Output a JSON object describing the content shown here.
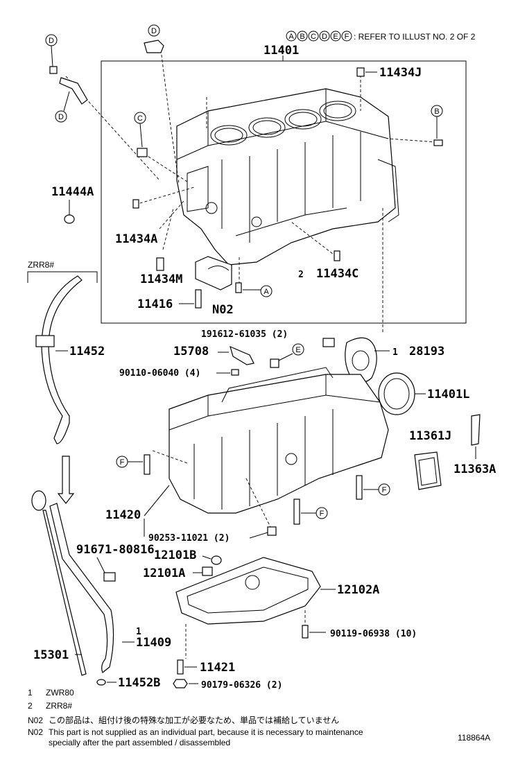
{
  "header": {
    "circles": [
      "A",
      "B",
      "C",
      "D",
      "E",
      "F"
    ],
    "refer_text": ": REFER TO ILLUST NO. 2 OF 2"
  },
  "labels": {
    "l11401": "11401",
    "l11434J": "11434J",
    "l11444A": "11444A",
    "l11434A": "11434A",
    "l11434M": "11434M",
    "l11434C": "11434C",
    "l11416": "11416",
    "lN02": "N02",
    "lZRR8": "ZRR8#",
    "l11452": "11452",
    "l91612": "191612-61035 (2)",
    "l28193": "28193",
    "l15708": "15708",
    "l90110": "90110-06040 (4)",
    "l11401L": "11401L",
    "l11361J": "11361J",
    "l11363A": "11363A",
    "l11420": "11420",
    "l90253": "90253-11021 (2)",
    "l91671": "91671-80816",
    "l12101B": "12101B",
    "l12101A": "12101A",
    "l12102A": "12102A",
    "l90119": "90119-06938 (10)",
    "lmark1": "1",
    "l11409": "11409",
    "l15301": "15301",
    "l11421": "11421",
    "l11452B": "11452B",
    "l90179": "90179-06326 (2)"
  },
  "circle_labels": {
    "d_top_left": "D",
    "d_top_mid": "D",
    "d_left_low": "D",
    "c_left": "C",
    "b_right": "B",
    "a_lower": "A",
    "e_mid": "E",
    "f_left": "F",
    "f_right1": "F",
    "f_right2": "F"
  },
  "marks": {
    "m2_11434C": "2",
    "m_91612": "",
    "m1_28193": "1"
  },
  "footnotes": [
    {
      "mark": "1",
      "text": "ZWR80"
    },
    {
      "mark": "2",
      "text": "ZRR8#"
    }
  ],
  "notes": [
    {
      "code": "N02",
      "text": "この部品は、組付け後の特殊な加工が必要なため、単品では補給していません"
    },
    {
      "code": "N02",
      "text": "This part is not supplied as an individual part, because it is necessary to maintenance"
    },
    {
      "code": "",
      "text": "specially after the part assembled / disassembled"
    }
  ],
  "illustration_id": "118864A"
}
